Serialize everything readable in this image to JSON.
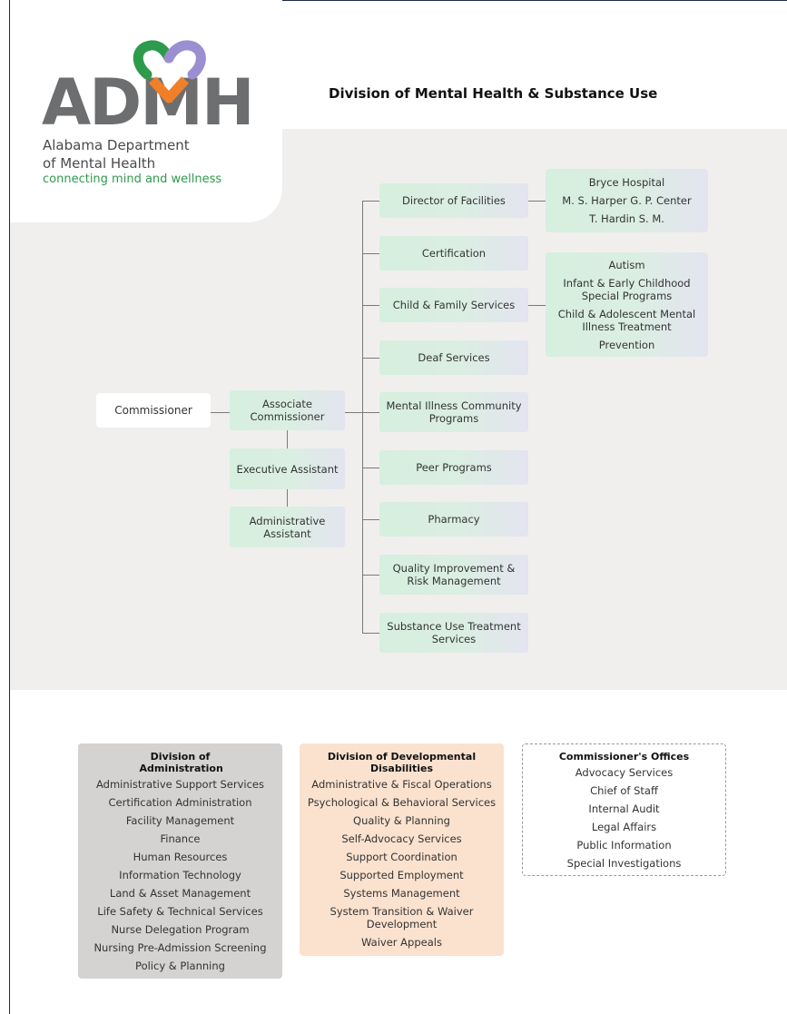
{
  "logo": {
    "wordmark": "ADMH",
    "org_line1": "Alabama Department",
    "org_line2": "of Mental Health",
    "tagline": "connecting mind and wellness",
    "colors": {
      "gray": "#6d6e70",
      "green": "#2e9a4c",
      "purple": "#9b8fd1",
      "orange": "#f07f2a"
    }
  },
  "title": "Division of Mental Health & Substance Use",
  "org_chart": {
    "commissioner": "Commissioner",
    "associate_commissioner": "Associate Commissioner",
    "executive_assistant": "Executive Assistant",
    "administrative_assistant": "Administrative Assistant",
    "units": [
      "Director of Facilities",
      "Certification",
      "Child & Family Services",
      "Deaf Services",
      "Mental Illness Community Programs",
      "Peer Programs",
      "Pharmacy",
      "Quality Improvement & Risk Management",
      "Substance Use Treatment Services"
    ],
    "facilities": [
      "Bryce Hospital",
      "M. S. Harper G. P. Center",
      "T. Hardin S. M."
    ],
    "child_family_programs": [
      "Autism",
      "Infant & Early Childhood Special Programs",
      "Child & Adolescent Mental Illness Treatment",
      "Prevention"
    ]
  },
  "divisions": {
    "administration": {
      "title": "Division of Administration",
      "items": [
        "Administrative Support Services",
        "Certification Administration",
        "Facility Management",
        "Finance",
        "Human Resources",
        "Information Technology",
        "Land & Asset Management",
        "Life Safety & Technical Services",
        "Nurse Delegation Program",
        "Nursing Pre-Admission Screening",
        "Policy & Planning"
      ]
    },
    "developmental": {
      "title": "Division of Developmental Disabilities",
      "items": [
        "Administrative & Fiscal Operations",
        "Psychological & Behavioral Services",
        "Quality & Planning",
        "Self-Advocacy Services",
        "Support Coordination",
        "Supported Employment",
        "Systems Management",
        "System Transition & Waiver Development",
        "Waiver Appeals"
      ]
    },
    "commissioners_offices": {
      "title": "Commissioner's Offices",
      "items": [
        "Advocacy Services",
        "Chief of Staff",
        "Internal Audit",
        "Legal Affairs",
        "Public Information",
        "Special Investigations"
      ]
    }
  }
}
